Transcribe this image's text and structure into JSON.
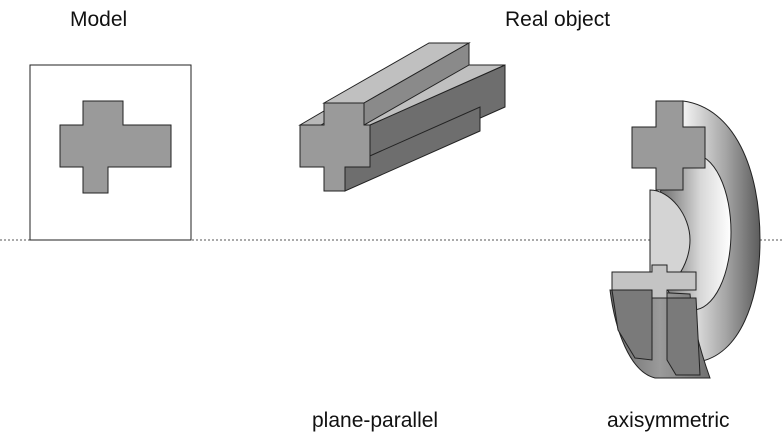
{
  "titles": {
    "model": "Model",
    "real_object": "Real object"
  },
  "captions": {
    "plane_parallel": "plane-parallel",
    "axisymmetric": "axisymmetric"
  },
  "colors": {
    "background": "#ffffff",
    "shape_fill": "#9a9a9a",
    "shape_light": "#c0c0c0",
    "shape_dark": "#6e6e6e",
    "outline": "#222222",
    "axis_line": "#555555"
  }
}
